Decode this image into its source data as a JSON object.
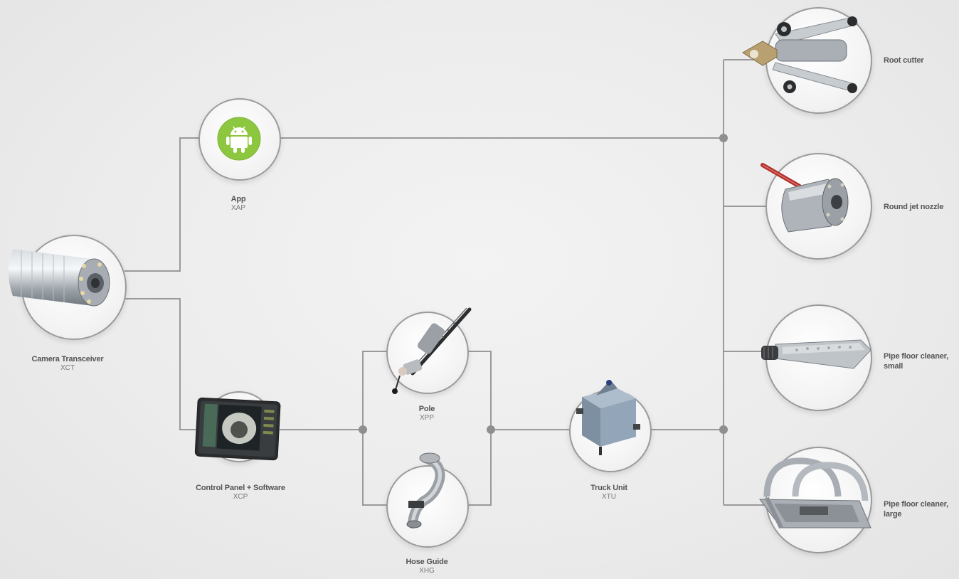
{
  "nodes": {
    "camera": {
      "name": "Camera Transceiver",
      "code": "XCT"
    },
    "app": {
      "name": "App",
      "code": "XAP"
    },
    "control_panel": {
      "name": "Control Panel + Software",
      "code": "XCP"
    },
    "pole": {
      "name": "Pole",
      "code": "XPP"
    },
    "hose_guide": {
      "name": "Hose Guide",
      "code": "XHG"
    },
    "truck_unit": {
      "name": "Truck Unit",
      "code": "XTU"
    }
  },
  "tools": {
    "root_cutter": "Root cutter",
    "round_jet_nozzle": "Round jet nozzle",
    "pipe_floor_small_1": "Pipe floor cleaner,",
    "pipe_floor_small_2": "small",
    "pipe_floor_large_1": "Pipe floor cleaner,",
    "pipe_floor_large_2": "large"
  },
  "icons": {
    "app": "android-icon",
    "camera": "camera-head-icon",
    "control_panel": "tablet-icon",
    "pole": "pole-icon",
    "hose_guide": "hose-guide-icon",
    "truck_unit": "junction-box-icon"
  },
  "colors": {
    "android_green": "#8dc63f",
    "connector_line": "#9a9a9a"
  }
}
